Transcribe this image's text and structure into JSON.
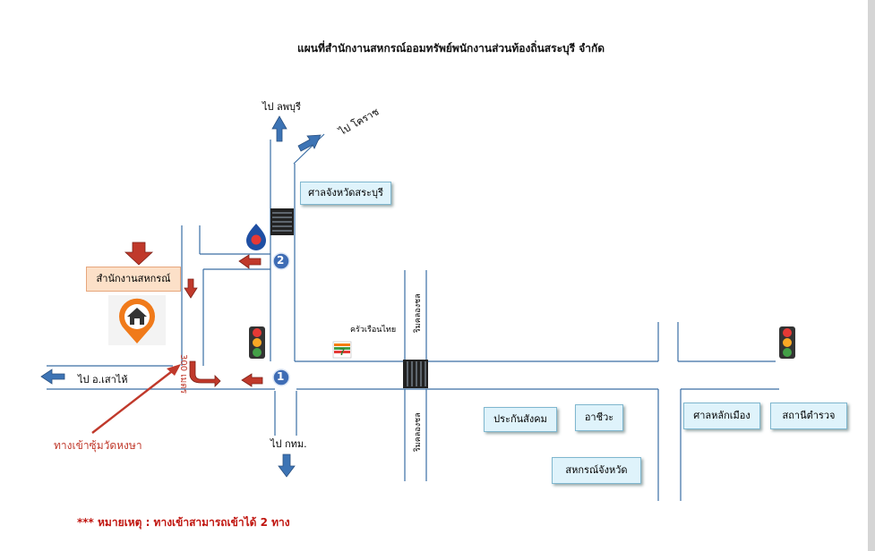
{
  "title": "แผนที่สำนักงานสหกรณ์ออมทรัพย์พนักงานส่วนท้องถิ่นสระบุรี จำกัด",
  "directions": {
    "lopburi": "ไป ลพบุรี",
    "korat": "ไป โคราช",
    "sao_hai": "ไป อ.เสาไห้",
    "bangkok": "ไป กทม."
  },
  "places": {
    "provincial_hall": "ศาลจังหวัดสระบุรี",
    "office": "สำนักงานสหกรณ์",
    "social_security": "ประกันสังคม",
    "arcwa": "อาชีวะ",
    "city_pillar": "ศาลหลักเมือง",
    "police_station": "สถานีตำรวจ",
    "provincial_coop": "สหกรณ์จังหวัด",
    "restaurant": "ครัวเรือนไทย"
  },
  "canal": {
    "upper": "ริมคลองชล",
    "lower": "ริมคลองชล"
  },
  "markers": {
    "one": "1",
    "two": "2"
  },
  "distance": "300 เมตร",
  "entrance_label": "ทางเข้าซุ้มวัดหงษา",
  "note": "*** หมายเหตุ :  ทางเข้าสามารถเข้าได้ 2 ทาง",
  "colors": {
    "road": "#3a6ea5",
    "arrow_red": "#c0392b",
    "arrow_blue": "#3d74b5",
    "box_bg": "#dff3fb",
    "office_bg": "#fce0c8"
  }
}
